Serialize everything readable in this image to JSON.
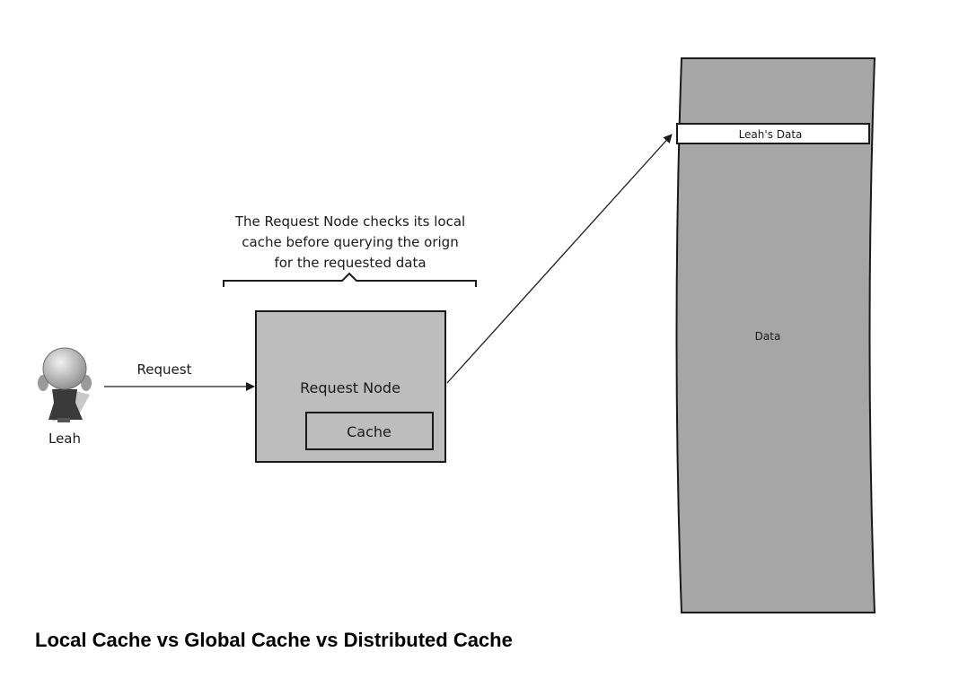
{
  "diagram": {
    "user": {
      "name": "Leah"
    },
    "request_arrow": {
      "label": "Request"
    },
    "annotation": {
      "lines": [
        "The Request Node checks its local",
        "cache before querying the orign",
        "for the requested data"
      ]
    },
    "request_node": {
      "label": "Request Node",
      "cache_label": "Cache"
    },
    "origin": {
      "record_label": "Leah's Data",
      "data_label": "Data"
    },
    "colors": {
      "node_fill": "#bdbdbd",
      "origin_fill": "#a6a6a6",
      "stroke": "#1a1a1a",
      "record_fill": "#ffffff"
    }
  },
  "caption": "Local Cache vs Global Cache vs Distributed Cache"
}
